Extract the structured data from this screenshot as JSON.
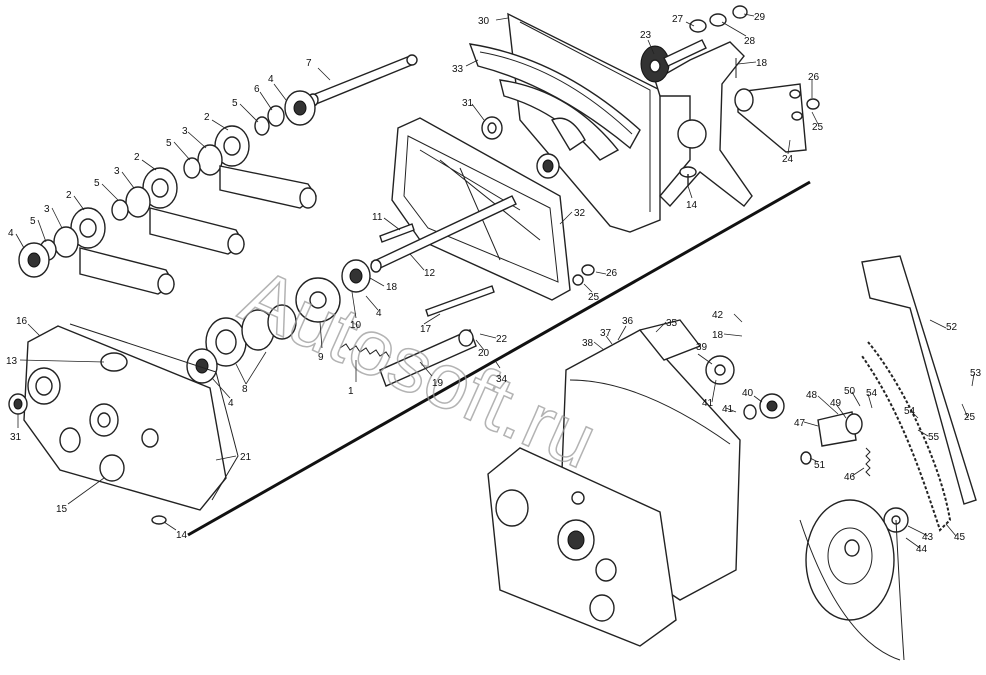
{
  "watermark": {
    "text": "Autosoft.ru"
  },
  "labels": [
    {
      "id": "30",
      "text": "30"
    },
    {
      "id": "27",
      "text": "27"
    },
    {
      "id": "29",
      "text": "29"
    },
    {
      "id": "28",
      "text": "28"
    },
    {
      "id": "23",
      "text": "23"
    },
    {
      "id": "33",
      "text": "33"
    },
    {
      "id": "18a",
      "text": "18"
    },
    {
      "id": "26a",
      "text": "26"
    },
    {
      "id": "25a",
      "text": "25"
    },
    {
      "id": "24",
      "text": "24"
    },
    {
      "id": "14a",
      "text": "14"
    },
    {
      "id": "7",
      "text": "7"
    },
    {
      "id": "4a",
      "text": "4"
    },
    {
      "id": "6",
      "text": "6"
    },
    {
      "id": "5a",
      "text": "5"
    },
    {
      "id": "2a",
      "text": "2"
    },
    {
      "id": "3a",
      "text": "3"
    },
    {
      "id": "5b",
      "text": "5"
    },
    {
      "id": "2b",
      "text": "2"
    },
    {
      "id": "3b",
      "text": "3"
    },
    {
      "id": "5c",
      "text": "5"
    },
    {
      "id": "2c",
      "text": "2"
    },
    {
      "id": "3c",
      "text": "3"
    },
    {
      "id": "5d",
      "text": "5"
    },
    {
      "id": "4b",
      "text": "4"
    },
    {
      "id": "31a",
      "text": "31"
    },
    {
      "id": "32",
      "text": "32"
    },
    {
      "id": "11",
      "text": "11"
    },
    {
      "id": "12",
      "text": "12"
    },
    {
      "id": "26b",
      "text": "26"
    },
    {
      "id": "25b",
      "text": "25"
    },
    {
      "id": "18b",
      "text": "18"
    },
    {
      "id": "10",
      "text": "10"
    },
    {
      "id": "4c",
      "text": "4"
    },
    {
      "id": "9",
      "text": "9"
    },
    {
      "id": "17",
      "text": "17"
    },
    {
      "id": "22",
      "text": "22"
    },
    {
      "id": "20",
      "text": "20"
    },
    {
      "id": "19",
      "text": "19"
    },
    {
      "id": "1",
      "text": "1"
    },
    {
      "id": "34",
      "text": "34"
    },
    {
      "id": "16",
      "text": "16"
    },
    {
      "id": "13",
      "text": "13"
    },
    {
      "id": "8",
      "text": "8"
    },
    {
      "id": "4d",
      "text": "4"
    },
    {
      "id": "21",
      "text": "21"
    },
    {
      "id": "31b",
      "text": "31"
    },
    {
      "id": "15",
      "text": "15"
    },
    {
      "id": "14b",
      "text": "14"
    },
    {
      "id": "35",
      "text": "35"
    },
    {
      "id": "37",
      "text": "37"
    },
    {
      "id": "36",
      "text": "36"
    },
    {
      "id": "38",
      "text": "38"
    },
    {
      "id": "42",
      "text": "42"
    },
    {
      "id": "18c",
      "text": "18"
    },
    {
      "id": "39",
      "text": "39"
    },
    {
      "id": "40",
      "text": "40"
    },
    {
      "id": "41a",
      "text": "41"
    },
    {
      "id": "41b",
      "text": "41"
    },
    {
      "id": "52",
      "text": "52"
    },
    {
      "id": "53",
      "text": "53"
    },
    {
      "id": "25c",
      "text": "25"
    },
    {
      "id": "48",
      "text": "48"
    },
    {
      "id": "49",
      "text": "49"
    },
    {
      "id": "50",
      "text": "50"
    },
    {
      "id": "54a",
      "text": "54"
    },
    {
      "id": "54b",
      "text": "54"
    },
    {
      "id": "55",
      "text": "55"
    },
    {
      "id": "47",
      "text": "47"
    },
    {
      "id": "51",
      "text": "51"
    },
    {
      "id": "46",
      "text": "46"
    },
    {
      "id": "43",
      "text": "43"
    },
    {
      "id": "44",
      "text": "44"
    },
    {
      "id": "45",
      "text": "45"
    }
  ]
}
